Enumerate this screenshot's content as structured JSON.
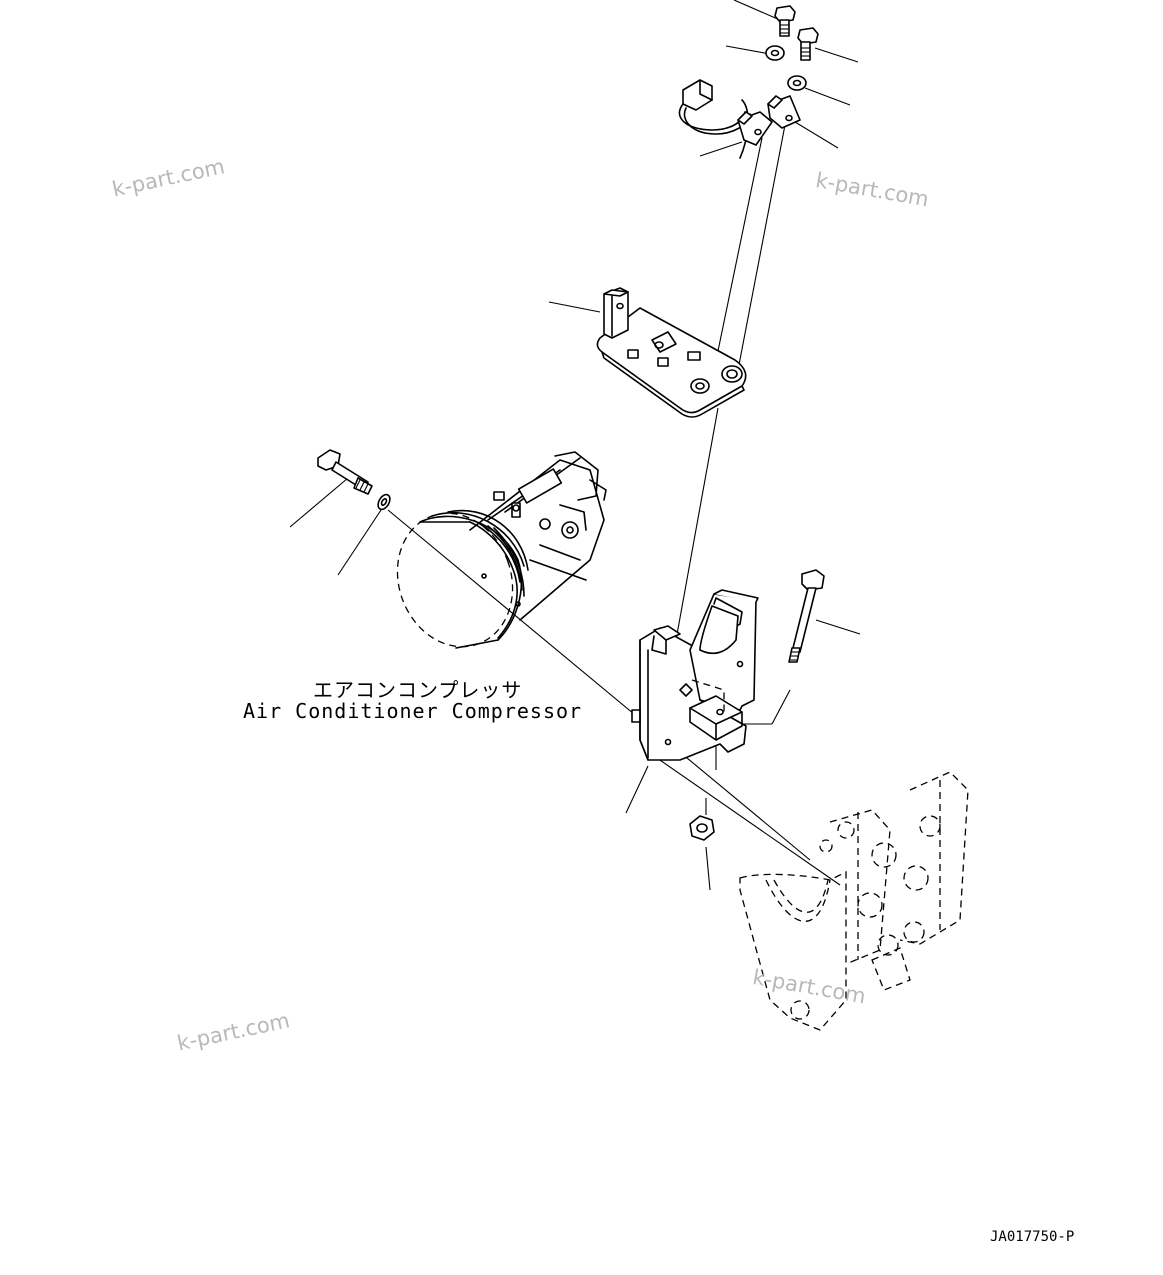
{
  "labels": {
    "compressor_jp": "エアコンコンプレッサ",
    "compressor_en": "Air Conditioner Compressor"
  },
  "watermarks": [
    "k-part.com",
    "k-part.com",
    "k-part.com",
    "k-part.com"
  ],
  "drawing_code": "JA017750-P"
}
